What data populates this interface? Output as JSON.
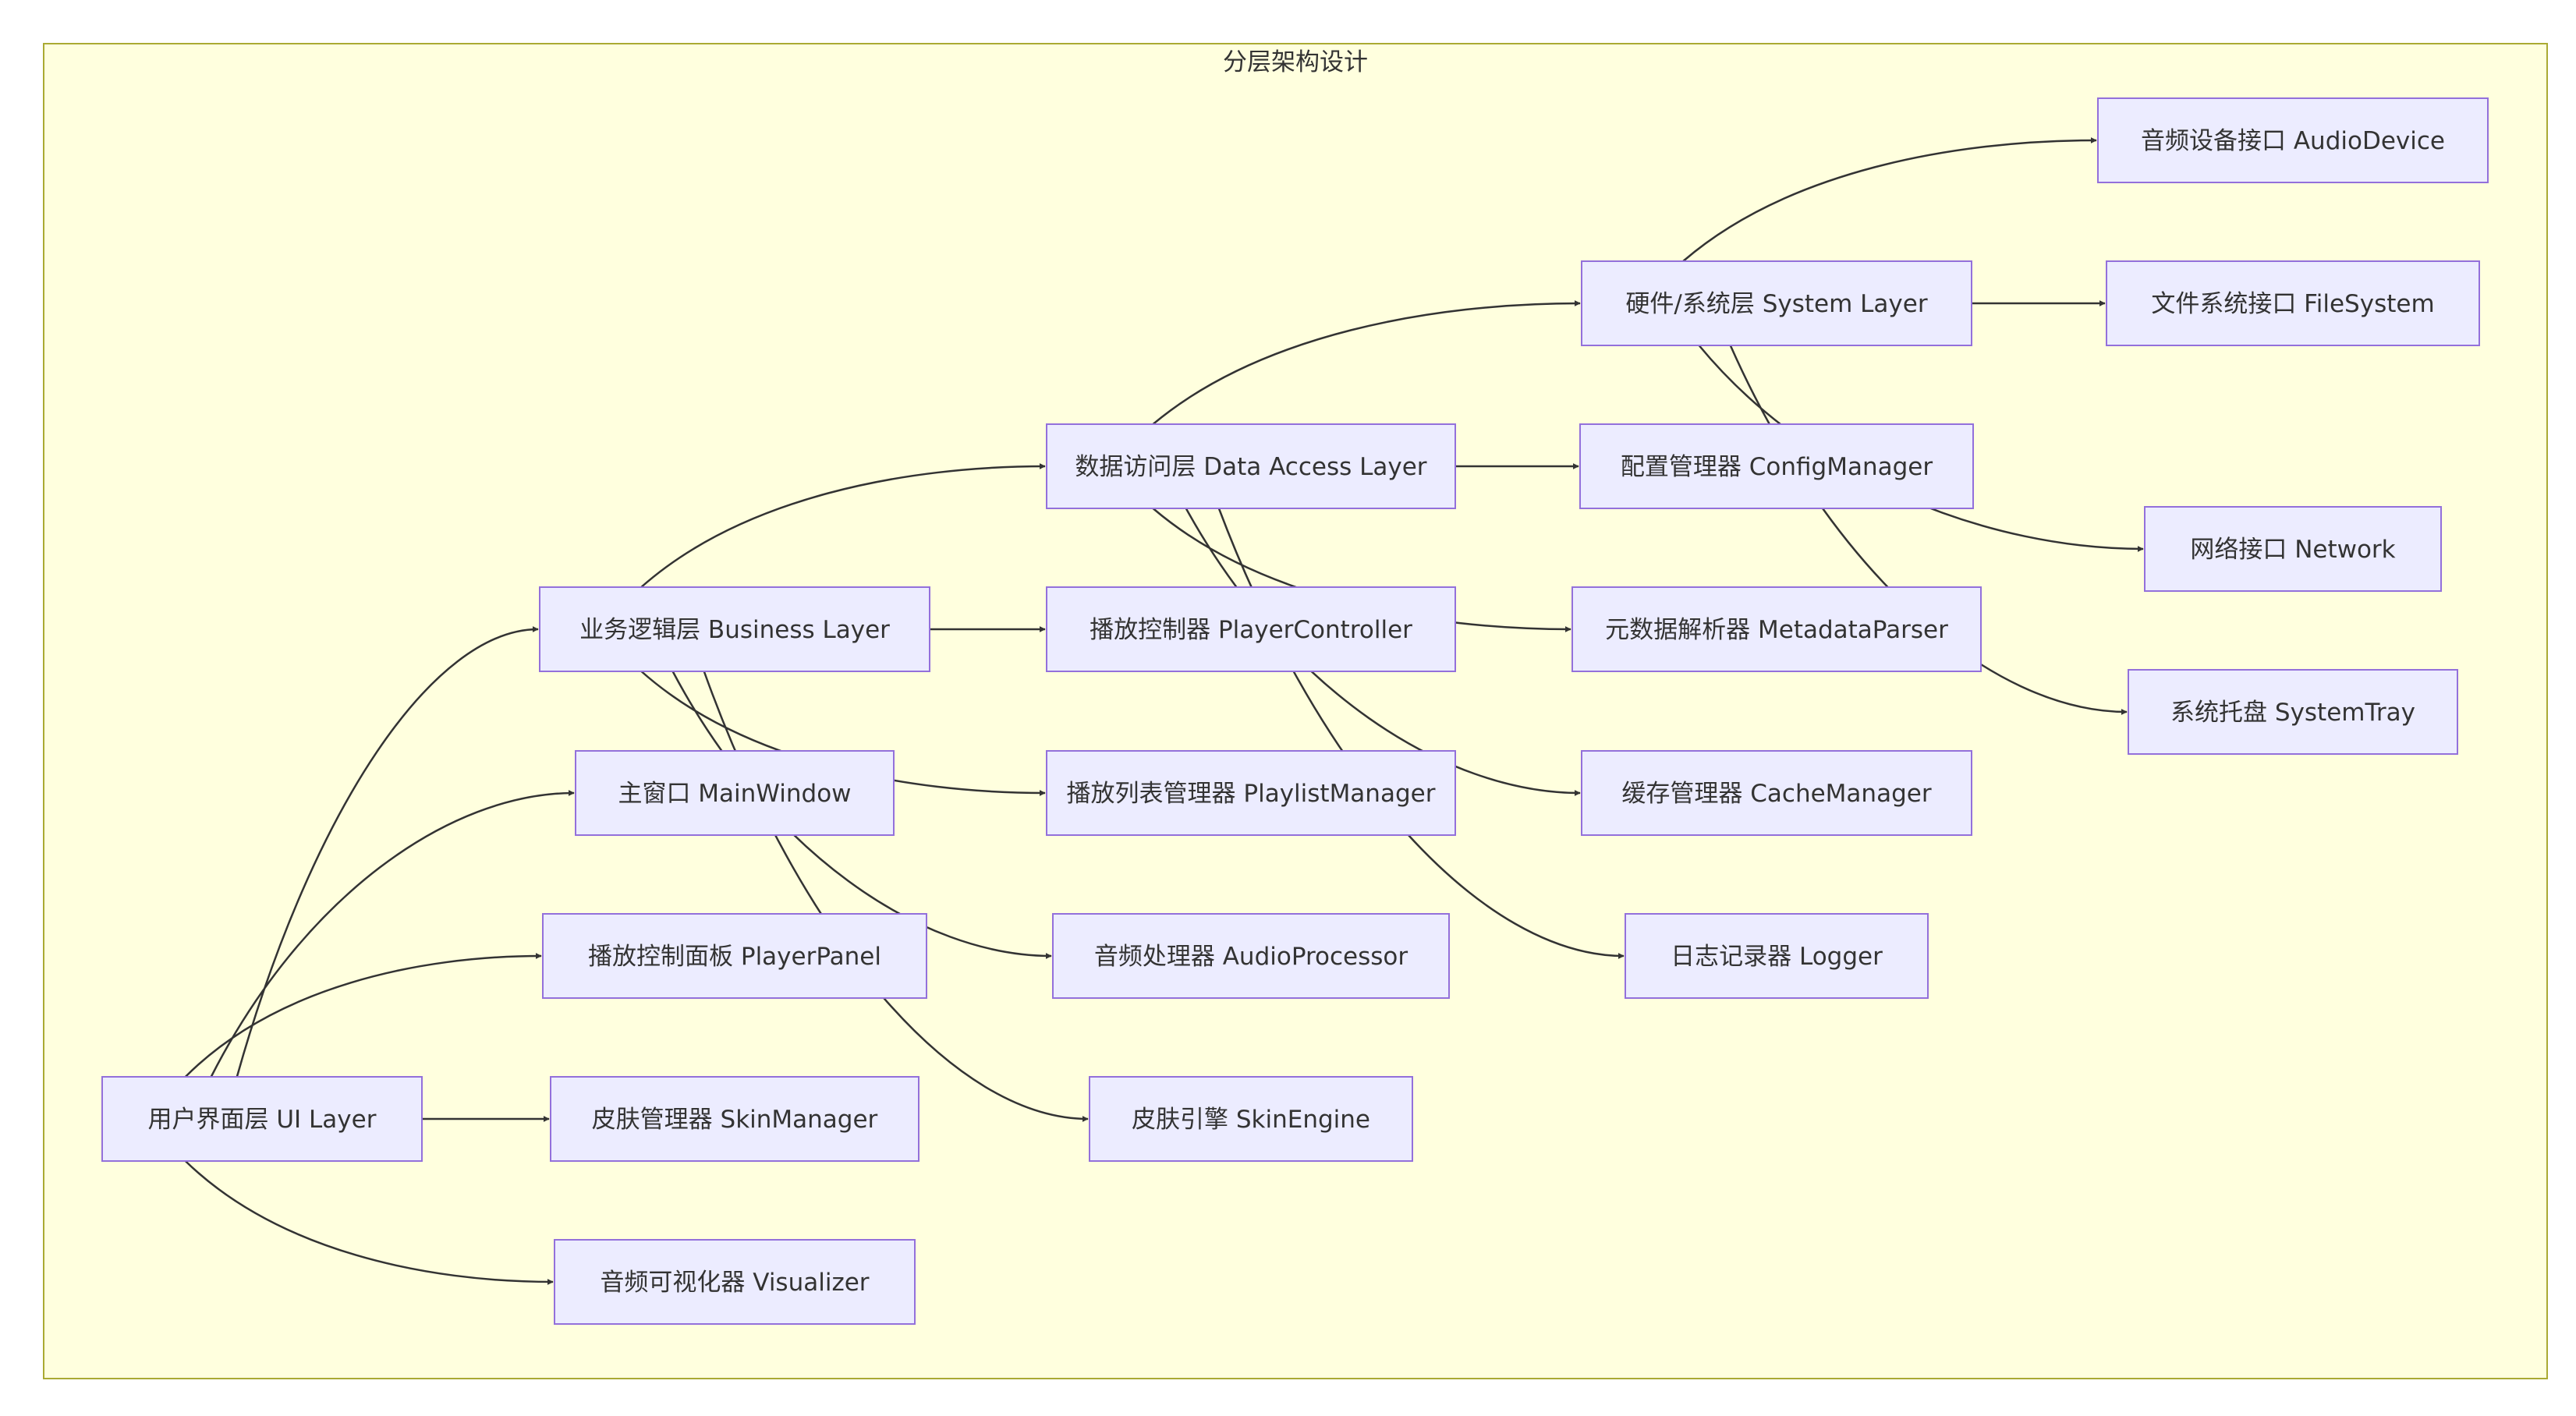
{
  "diagram": {
    "title": "分层架构设计",
    "colors": {
      "cluster_fill": "#ffffde",
      "cluster_stroke": "#aaaa33",
      "node_fill": "#ececff",
      "node_stroke": "#9370db",
      "edge": "#333333",
      "text": "#333333"
    },
    "nodes": [
      {
        "id": "ui",
        "label": "用户界面层 UI Layer"
      },
      {
        "id": "biz",
        "label": "业务逻辑层 Business Layer"
      },
      {
        "id": "mainwin",
        "label": "主窗口 MainWindow"
      },
      {
        "id": "playerpanel",
        "label": "播放控制面板 PlayerPanel"
      },
      {
        "id": "skinmgr",
        "label": "皮肤管理器 SkinManager"
      },
      {
        "id": "visualizer",
        "label": "音频可视化器 Visualizer"
      },
      {
        "id": "dal",
        "label": "数据访问层 Data Access Layer"
      },
      {
        "id": "playerctl",
        "label": "播放控制器 PlayerController"
      },
      {
        "id": "playlist",
        "label": "播放列表管理器 PlaylistManager"
      },
      {
        "id": "audioproc",
        "label": "音频处理器 AudioProcessor"
      },
      {
        "id": "skinengine",
        "label": "皮肤引擎 SkinEngine"
      },
      {
        "id": "sys",
        "label": "硬件/系统层 System Layer"
      },
      {
        "id": "config",
        "label": "配置管理器 ConfigManager"
      },
      {
        "id": "metadata",
        "label": "元数据解析器 MetadataParser"
      },
      {
        "id": "cache",
        "label": "缓存管理器 CacheManager"
      },
      {
        "id": "logger",
        "label": "日志记录器 Logger"
      },
      {
        "id": "audiodev",
        "label": "音频设备接口 AudioDevice"
      },
      {
        "id": "fs",
        "label": "文件系统接口 FileSystem"
      },
      {
        "id": "network",
        "label": "网络接口 Network"
      },
      {
        "id": "tray",
        "label": "系统托盘 SystemTray"
      }
    ],
    "edges": [
      {
        "from": "ui",
        "to": "biz"
      },
      {
        "from": "ui",
        "to": "mainwin"
      },
      {
        "from": "ui",
        "to": "playerpanel"
      },
      {
        "from": "ui",
        "to": "skinmgr"
      },
      {
        "from": "ui",
        "to": "visualizer"
      },
      {
        "from": "biz",
        "to": "dal"
      },
      {
        "from": "biz",
        "to": "playerctl"
      },
      {
        "from": "biz",
        "to": "playlist"
      },
      {
        "from": "biz",
        "to": "audioproc"
      },
      {
        "from": "biz",
        "to": "skinengine"
      },
      {
        "from": "dal",
        "to": "sys"
      },
      {
        "from": "dal",
        "to": "config"
      },
      {
        "from": "dal",
        "to": "metadata"
      },
      {
        "from": "dal",
        "to": "cache"
      },
      {
        "from": "dal",
        "to": "logger"
      },
      {
        "from": "sys",
        "to": "audiodev"
      },
      {
        "from": "sys",
        "to": "fs"
      },
      {
        "from": "sys",
        "to": "network"
      },
      {
        "from": "sys",
        "to": "tray"
      }
    ]
  }
}
